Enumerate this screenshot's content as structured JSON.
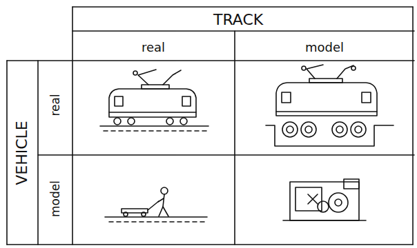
{
  "diagram": {
    "labels": [
      "TRACK",
      "real",
      "model",
      "VEHICLE",
      "real",
      "model"
    ]
  }
}
